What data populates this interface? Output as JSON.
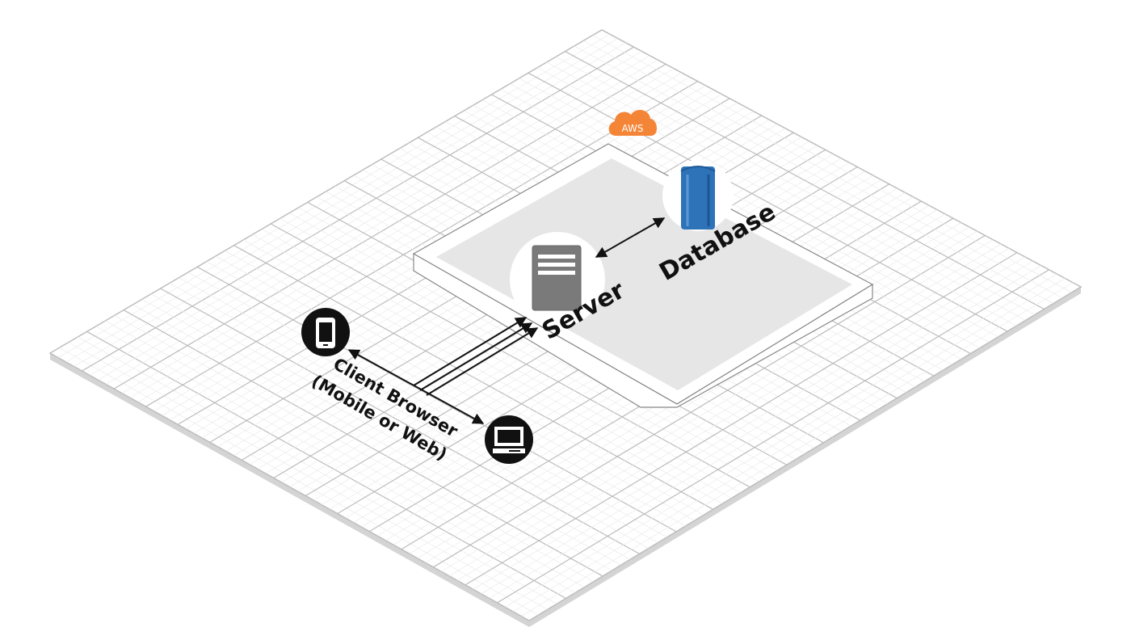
{
  "cloud": {
    "label": "AWS"
  },
  "nodes": {
    "server": {
      "label": "Server"
    },
    "database": {
      "label": "Database"
    },
    "client": {
      "line1": "Client Browser",
      "line2": "(Mobile or Web)"
    }
  },
  "icons": {
    "cloud": "aws-cloud-icon",
    "server": "server-icon",
    "database": "database-icon",
    "mobile": "mobile-phone-icon",
    "desktop": "desktop-computer-icon"
  },
  "colors": {
    "aws_orange": "#f58536",
    "database_blue": "#2e73b8",
    "server_gray": "#7a7a7a",
    "zone_fill": "#e6e6e6"
  }
}
